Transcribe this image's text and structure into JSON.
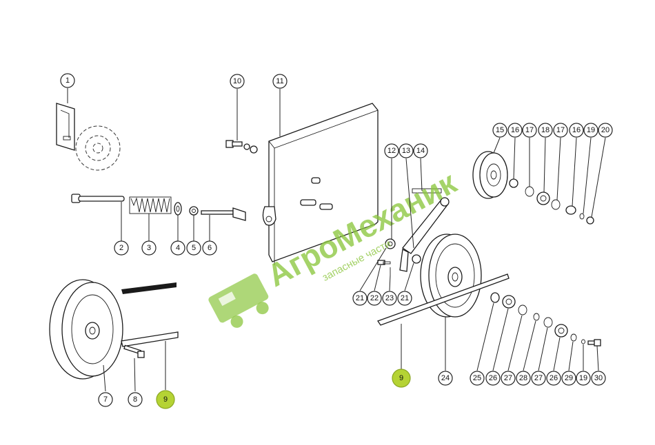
{
  "callouts": [
    {
      "label": "1"
    },
    {
      "label": "2"
    },
    {
      "label": "3"
    },
    {
      "label": "4"
    },
    {
      "label": "5"
    },
    {
      "label": "6"
    },
    {
      "label": "7"
    },
    {
      "label": "8"
    },
    {
      "label": "9",
      "highlight": true
    },
    {
      "label": "10"
    },
    {
      "label": "11"
    },
    {
      "label": "12"
    },
    {
      "label": "13"
    },
    {
      "label": "14"
    },
    {
      "label": "15"
    },
    {
      "label": "16"
    },
    {
      "label": "17"
    },
    {
      "label": "18"
    },
    {
      "label": "17"
    },
    {
      "label": "16"
    },
    {
      "label": "19"
    },
    {
      "label": "20"
    },
    {
      "label": "21"
    },
    {
      "label": "22"
    },
    {
      "label": "23"
    },
    {
      "label": "21"
    },
    {
      "label": "9",
      "highlight": true
    },
    {
      "label": "24"
    },
    {
      "label": "25"
    },
    {
      "label": "26"
    },
    {
      "label": "27"
    },
    {
      "label": "28"
    },
    {
      "label": "27"
    },
    {
      "label": "26"
    },
    {
      "label": "29"
    },
    {
      "label": "19"
    },
    {
      "label": "30"
    }
  ],
  "watermark": {
    "title": "АгроМеханик",
    "subtitle": "запасные части",
    "color": "#8cc63f"
  },
  "highlight_color": "#b5d334"
}
